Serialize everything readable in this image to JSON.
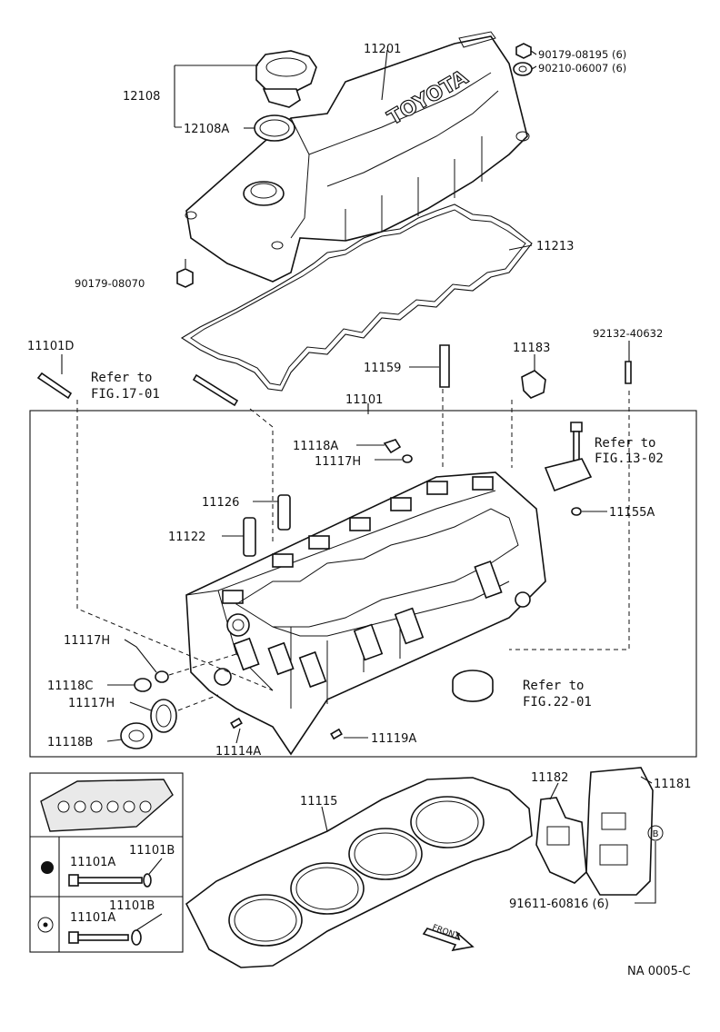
{
  "diagram_id": "NA 0005-C",
  "brand_text": "TOYOTA",
  "callouts": [
    {
      "id": "c11201",
      "text": "11201"
    },
    {
      "id": "c12108",
      "text": "12108"
    },
    {
      "id": "c12108A",
      "text": "12108A"
    },
    {
      "id": "c90179_08195",
      "text": "90179-08195 (6)"
    },
    {
      "id": "c90210_06007",
      "text": "90210-06007 (6)"
    },
    {
      "id": "c11213",
      "text": "11213"
    },
    {
      "id": "c90179_08070",
      "text": "90179-08070"
    },
    {
      "id": "c92132_40632",
      "text": "92132-40632"
    },
    {
      "id": "c11101D",
      "text": "11101D"
    },
    {
      "id": "c11159",
      "text": "11159"
    },
    {
      "id": "c11183",
      "text": "11183"
    },
    {
      "id": "c11101",
      "text": "11101"
    },
    {
      "id": "c11118A",
      "text": "11118A"
    },
    {
      "id": "c11117H_a",
      "text": "11117H"
    },
    {
      "id": "c11126",
      "text": "11126"
    },
    {
      "id": "c11122",
      "text": "11122"
    },
    {
      "id": "c11155A",
      "text": "11155A"
    },
    {
      "id": "c11117H_b",
      "text": "11117H"
    },
    {
      "id": "c11118C",
      "text": "11118C"
    },
    {
      "id": "c11117H_c",
      "text": "11117H"
    },
    {
      "id": "c11118B",
      "text": "11118B"
    },
    {
      "id": "c11114A",
      "text": "11114A"
    },
    {
      "id": "c11119A",
      "text": "11119A"
    },
    {
      "id": "c11115",
      "text": "11115"
    },
    {
      "id": "c11182",
      "text": "11182"
    },
    {
      "id": "c11181",
      "text": "11181"
    },
    {
      "id": "c91611_60816",
      "text": "91611-60816 (6)"
    },
    {
      "id": "c11101B_a",
      "text": "11101B"
    },
    {
      "id": "c11101A_a",
      "text": "11101A"
    },
    {
      "id": "c11101B_b",
      "text": "11101B"
    },
    {
      "id": "c11101A_b",
      "text": "11101A"
    }
  ],
  "references": [
    {
      "id": "r17",
      "line1": "Refer to",
      "line2": "FIG.17-01"
    },
    {
      "id": "r13",
      "line1": "Refer to",
      "line2": "FIG.13-02"
    },
    {
      "id": "r22",
      "line1": "Refer to",
      "line2": "FIG.22-01"
    }
  ],
  "front_label": "FRONT",
  "circle_b_label": "B"
}
